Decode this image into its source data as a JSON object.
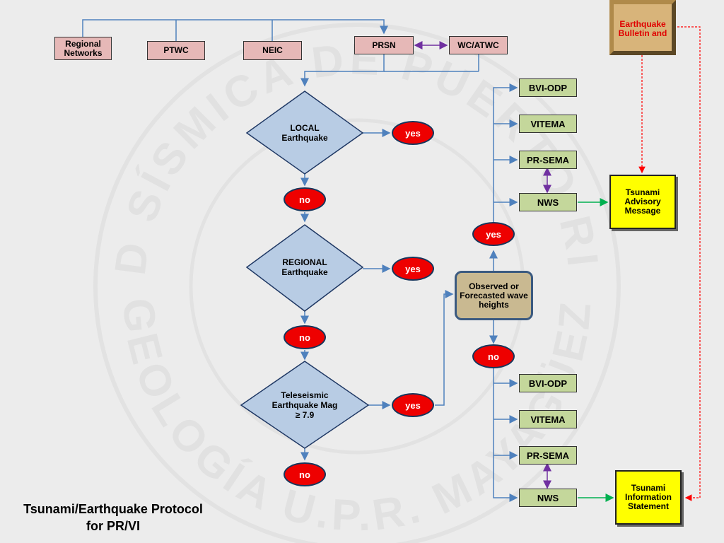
{
  "title": {
    "line1": "Tsunami/Earthquake Protocol",
    "line2": "for PR/VI"
  },
  "sources": {
    "regional_networks": "Regional Networks",
    "ptwc": "PTWC",
    "neic": "NEIC",
    "prsn": "PRSN",
    "wcatwc": "WC/ATWC"
  },
  "bulletin": "Earthquake Bulletin and",
  "decisions": {
    "local": "LOCAL Earthquake",
    "regional": "REGIONAL Earthquake",
    "teleseismic": "Teleseismic Earthquake Mag ≥ 7.9"
  },
  "labels": {
    "yes": "yes",
    "no": "no"
  },
  "observed": "Observed or Forecasted wave heights",
  "recipients": {
    "bvi_odp": "BVI-ODP",
    "vitema": "VITEMA",
    "pr_sema": "PR-SEMA",
    "nws": "NWS"
  },
  "outputs": {
    "advisory": "Tsunami Advisory Message",
    "information": "Tsunami Information Statement"
  },
  "watermark": {
    "top": "RED SÍSMICA DE PUERTO RICO",
    "bottom": "GEOLOGÍA U.P.R. MAYAGÜEZ"
  },
  "colors": {
    "arrow": "#4f81bd",
    "bidirectional": "#7030a0",
    "output_arrow": "#00b050",
    "bulletin_link": "#ff0000",
    "yes_no_fill": "#ee0000",
    "decision_fill": "#b8cce4"
  }
}
